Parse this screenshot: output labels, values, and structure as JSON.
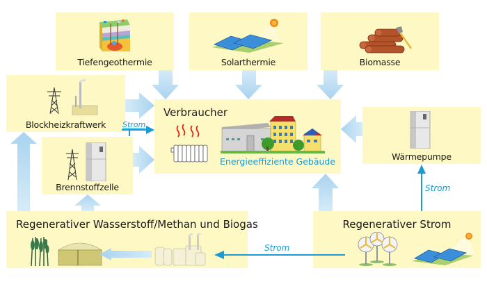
{
  "diagram": {
    "nodes": {
      "tiefengeothermie": {
        "label": "Tiefengeothermie",
        "icon": "geothermal-drilling-icon"
      },
      "solarthermie": {
        "label": "Solarthermie",
        "icon": "solar-collector-icon"
      },
      "biomasse": {
        "label": "Biomasse",
        "icon": "firewood-logs-icon"
      },
      "blockheizkraftwerk": {
        "label": "Blockheizkraftwerk",
        "icon": "chp-plant-icon"
      },
      "brennstoffzelle": {
        "label": "Brennstoffzelle",
        "icon": "fuel-cell-icon"
      },
      "verbraucher": {
        "label": "Verbraucher",
        "sublabel": "Energieeffiziente Gebäude",
        "icons": [
          "radiator-icon",
          "buildings-icon"
        ]
      },
      "waermepumpe": {
        "label": "Wärmepumpe",
        "icon": "heat-pump-icon"
      },
      "wasserstoff": {
        "label": "Regenerativer Wasserstoff/Methan und Biogas",
        "icons": [
          "energy-crops-icon",
          "biogas-digester-icon",
          "electrolysis-plant-icon"
        ]
      },
      "strom": {
        "label": "Regenerativer Strom",
        "icons": [
          "wind-turbines-icon",
          "solar-panels-icon"
        ]
      }
    },
    "edges": [
      {
        "from": "tiefengeothermie",
        "to": "verbraucher",
        "type": "heat"
      },
      {
        "from": "solarthermie",
        "to": "verbraucher",
        "type": "heat"
      },
      {
        "from": "biomasse",
        "to": "verbraucher",
        "type": "heat"
      },
      {
        "from": "blockheizkraftwerk",
        "to": "verbraucher",
        "type": "heat"
      },
      {
        "from": "blockheizkraftwerk",
        "to": "verbraucher",
        "type": "electricity",
        "label": "Strom"
      },
      {
        "from": "brennstoffzelle",
        "to": "verbraucher",
        "type": "heat"
      },
      {
        "from": "waermepumpe",
        "to": "verbraucher",
        "type": "heat"
      },
      {
        "from": "strom",
        "to": "verbraucher",
        "type": "heat"
      },
      {
        "from": "strom",
        "to": "waermepumpe",
        "type": "electricity",
        "label": "Strom"
      },
      {
        "from": "strom",
        "to": "wasserstoff",
        "type": "electricity",
        "label": "Strom"
      },
      {
        "from": "wasserstoff",
        "to": "blockheizkraftwerk",
        "type": "heat"
      },
      {
        "from": "wasserstoff",
        "to": "brennstoffzelle",
        "type": "heat"
      }
    ],
    "edge_labels": {
      "bhkw_strom": "Strom",
      "wp_strom": "Strom",
      "h2_strom": "Strom"
    },
    "colors": {
      "box_fill": "#fdf8c4",
      "heat_arrow": "#b9dcf2",
      "electricity_arrow": "#1b9ad6",
      "accent_text": "#1b9ad6"
    }
  }
}
